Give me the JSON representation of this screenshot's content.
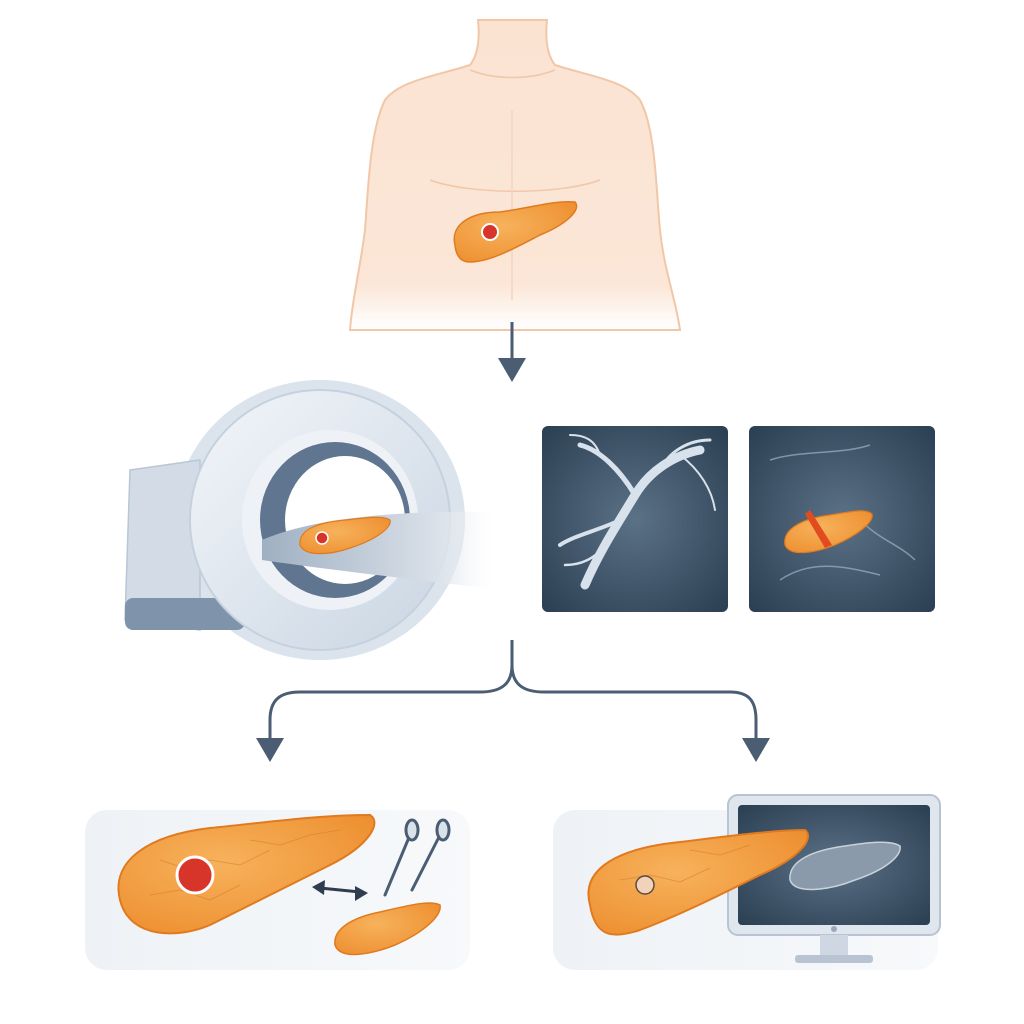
{
  "title": "",
  "colors": {
    "skin": "#fbe3d2",
    "skin_outline": "#f1c7a8",
    "pancreas": "#f39a3c",
    "pancreas_dark": "#e07a1f",
    "tumor": "#d8352a",
    "arrow": "#4b5d72",
    "scanner": "#e4ebf3",
    "scan_bg": "#2f4457",
    "panel_bg": "#eef2f6",
    "monitor": "#dfe6ee"
  },
  "nodes": [
    {
      "id": "patient-torso",
      "icon": "torso-with-pancreas-icon"
    },
    {
      "id": "ct-scanner",
      "icon": "ct-scanner-icon"
    },
    {
      "id": "ct-scan-vessels",
      "icon": "ct-vessel-scan-icon"
    },
    {
      "id": "ct-scan-pancreas",
      "icon": "ct-pancreas-scan-icon"
    },
    {
      "id": "surgical-resection",
      "icon": "pancreas-resection-icon"
    },
    {
      "id": "image-guided-procedure",
      "icon": "pancreas-monitor-icon"
    }
  ],
  "edges": [
    {
      "from": "patient-torso",
      "to": "ct-scanner"
    },
    {
      "from": "ct-scanner",
      "to": "surgical-resection"
    },
    {
      "from": "ct-scanner",
      "to": "image-guided-procedure"
    }
  ]
}
